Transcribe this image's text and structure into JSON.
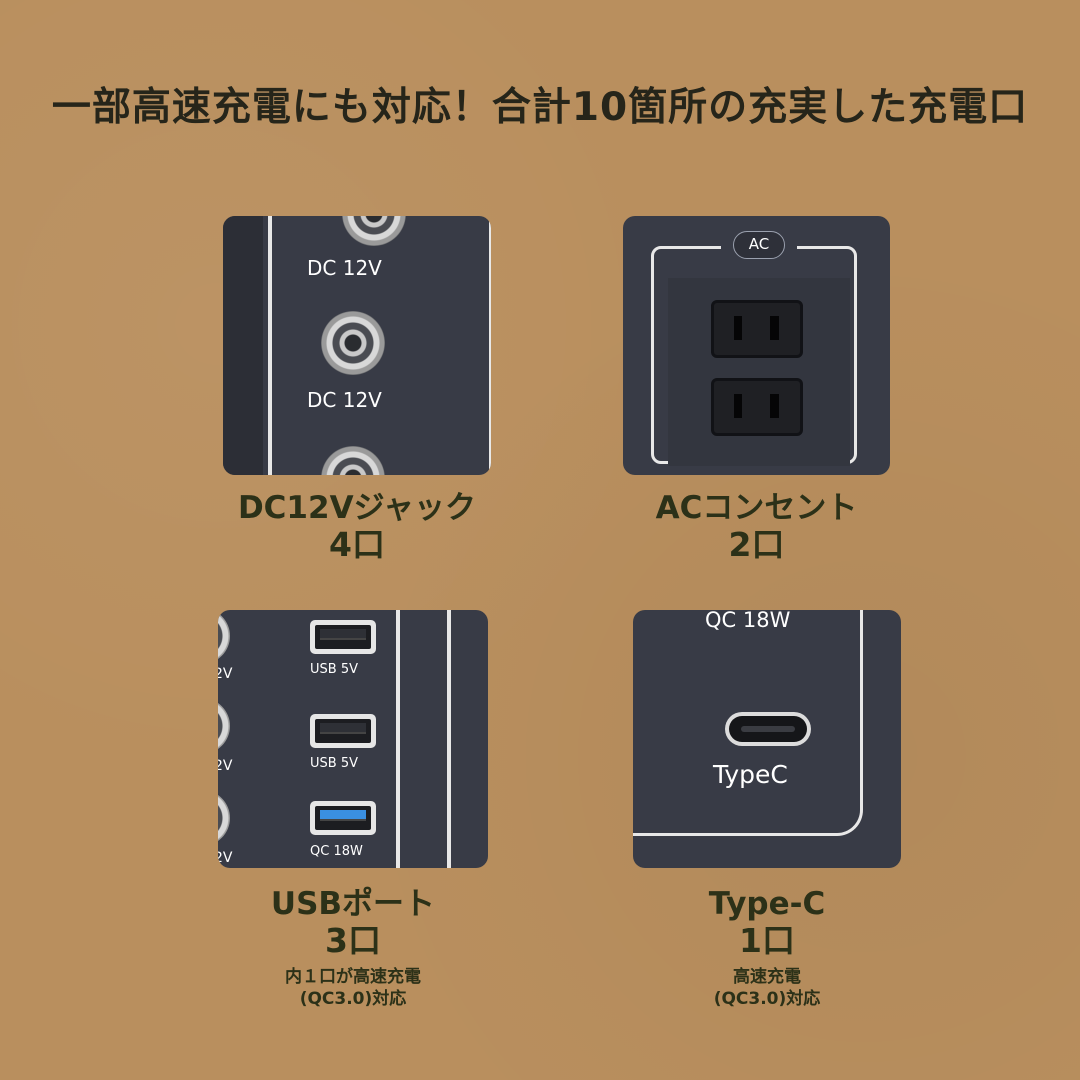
{
  "headline": "一部高速充電にも対応！合計10箇所の充実した充電口",
  "colors": {
    "background": "#b98f5e",
    "panel": "#383b46",
    "text_dark": "#26251a",
    "usb_blue": "#3a8fe0"
  },
  "dc": {
    "labels": [
      "DC 12V",
      "DC 12V"
    ],
    "caption": "DC12Vジャック",
    "count": "4口"
  },
  "ac": {
    "badge": "AC",
    "caption": "ACコンセント",
    "count": "2口"
  },
  "usb": {
    "side_labels": [
      "2V",
      "2V",
      "2V"
    ],
    "port_labels": [
      "USB 5V",
      "USB 5V",
      "QC 18W"
    ],
    "caption": "USBポート",
    "count": "3口",
    "note_line1": "内１口が高速充電",
    "note_line2": "(QC3.0)対応"
  },
  "typec": {
    "top_label": "QC 18W",
    "port_label": "TypeC",
    "caption": "Type-C",
    "count": "1口",
    "note_line1": "高速充電",
    "note_line2": "(QC3.0)対応"
  }
}
